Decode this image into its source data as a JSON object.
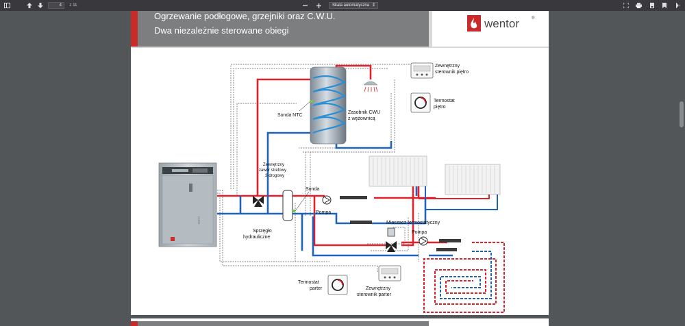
{
  "toolbar": {
    "page_number": "4",
    "page_count": "z 11",
    "zoom_label": "Skala automatyczna"
  },
  "header": {
    "title_line1": "Ogrzewanie podłogowe, grzejniki oraz C.W.U.",
    "title_line2": "Dwa niezależnie sterowane obiegi",
    "logo_text": "wentor",
    "logo_reg": "®"
  },
  "diagram": {
    "label_sonda_ntc": "Sonda NTC",
    "label_zasobnik_1": "Zasobnik CWU",
    "label_zasobnik_2": "z wężownicą",
    "label_sterownik_pietro_1": "Zewnętrzny",
    "label_sterownik_pietro_2": "sterownik piętro",
    "label_termostat_pietro_1": "Termostat",
    "label_termostat_pietro_2": "piętro",
    "label_zawor_1": "Zewnętrzny",
    "label_zawor_2": "zawór strefowy",
    "label_zawor_3": "3-drogowy",
    "label_sonda": "Sonda",
    "label_pompa_1": "Pompa",
    "label_sprzeglo_1": "Sprzęgło",
    "label_sprzeglo_2": "hydrauliczne",
    "label_mieszacz": "Mieszacz termostatyczny",
    "label_pompa_2": "Pompa",
    "label_termostat_parter_1": "Termostat",
    "label_termostat_parter_2": "parter",
    "label_sterownik_parter_1": "Zewnętrzny",
    "label_sterownik_parter_2": "sterownik parter",
    "boiler_brand": "CORE",
    "colors": {
      "hot": "#e0202a",
      "cold": "#1f62b8",
      "signal": "#555555"
    }
  }
}
